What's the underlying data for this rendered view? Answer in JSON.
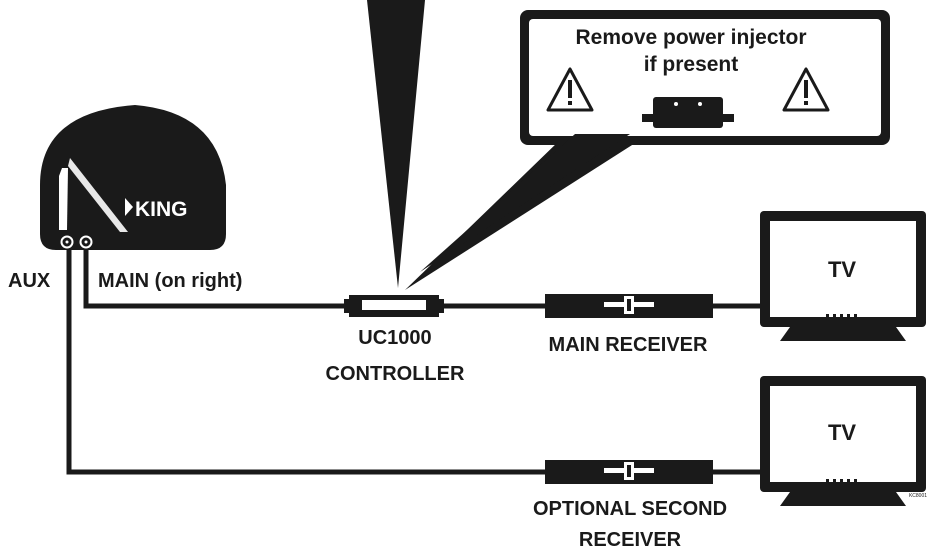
{
  "callout": {
    "line1": "Remove power injector",
    "line2": "if present",
    "warning_icon": "warning-triangle-icon",
    "device_icon": "power-injector-icon"
  },
  "antenna": {
    "brand": "KING",
    "logo_icon": "play-triangle-icon"
  },
  "ports": {
    "aux_label": "AUX",
    "main_label": "MAIN (on right)"
  },
  "controller": {
    "line1": "UC1000",
    "line2": "CONTROLLER"
  },
  "main_receiver": {
    "label": "MAIN RECEIVER"
  },
  "second_receiver": {
    "line1": "OPTIONAL SECOND",
    "line2": "RECEIVER"
  },
  "tv_main": {
    "label": "TV"
  },
  "tv_second": {
    "label": "TV"
  },
  "figure_code": "KC8001",
  "colors": {
    "ink": "#1a1a1a",
    "paper": "#ffffff"
  }
}
